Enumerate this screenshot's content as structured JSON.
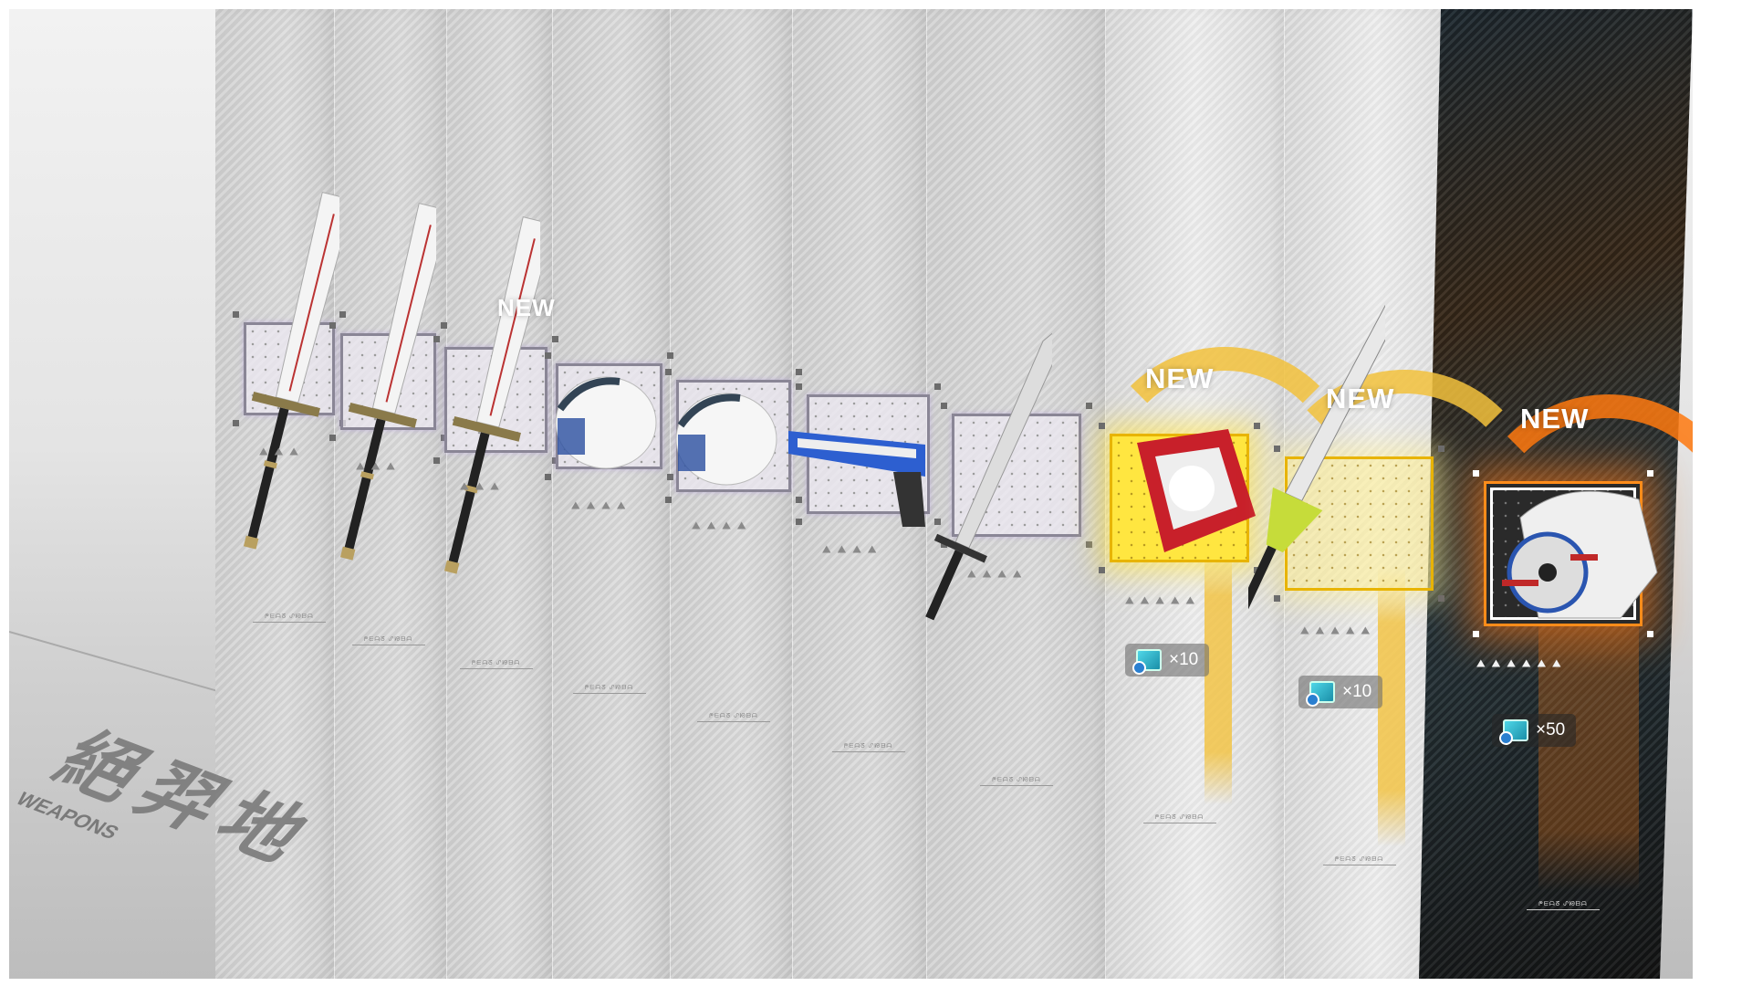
{
  "logo": {
    "text": "WEAPONS",
    "glyphs": "絕羿地"
  },
  "cards": [
    {
      "item": "greatsword",
      "new": false,
      "stars": 3,
      "rarity": "common",
      "label": "ᖘᗴᗩᘔ ᔑᘘᗷᗩ"
    },
    {
      "item": "greatsword",
      "new": false,
      "stars": 3,
      "rarity": "common",
      "label": "ᖘᗴᗩᘔ ᔑᘘᗷᗩ"
    },
    {
      "item": "greatsword",
      "new": true,
      "stars": 3,
      "rarity": "common",
      "label": "ᖘᗴᗩᘔ ᔑᘘᗷᗩ"
    },
    {
      "item": "gauntlet",
      "new": false,
      "stars": 4,
      "rarity": "common",
      "label": "ᖘᗴᗩᘔ ᔑᘘᗷᗩ"
    },
    {
      "item": "gauntlet",
      "new": false,
      "stars": 4,
      "rarity": "common",
      "label": "ᖘᗴᗩᘔ ᔑᘘᗷᗩ"
    },
    {
      "item": "pistol",
      "new": false,
      "stars": 4,
      "rarity": "common",
      "label": "ᖘᗴᗩᘔ ᔑᘘᗷᗩ"
    },
    {
      "item": "longsword",
      "new": false,
      "stars": 4,
      "rarity": "common",
      "label": "ᖘᗴᗩᘔ ᔑᘘᗷᗩ"
    },
    {
      "item": "red-cube",
      "new": true,
      "stars": 5,
      "rarity": "gold",
      "reward": "×10",
      "label": "ᖘᗴᗩᘔ ᔑᘘᗷᗩ"
    },
    {
      "item": "green-blade",
      "new": true,
      "stars": 5,
      "rarity": "gold",
      "reward": "×10",
      "label": "ᖘᗴᗩᘔ ᔑᘘᗷᗩ"
    },
    {
      "item": "mech-helmet",
      "new": true,
      "stars": 6,
      "rarity": "legendary",
      "reward": "×50",
      "label": "ᖘᗴᗩᘔ ᔑᘘᗷᗩ"
    }
  ],
  "new_label": "NEW",
  "star_glyph": "⯅",
  "colors": {
    "gold": "#f3c23d",
    "orange": "#ff8c1a",
    "frame": "#8a8696"
  }
}
